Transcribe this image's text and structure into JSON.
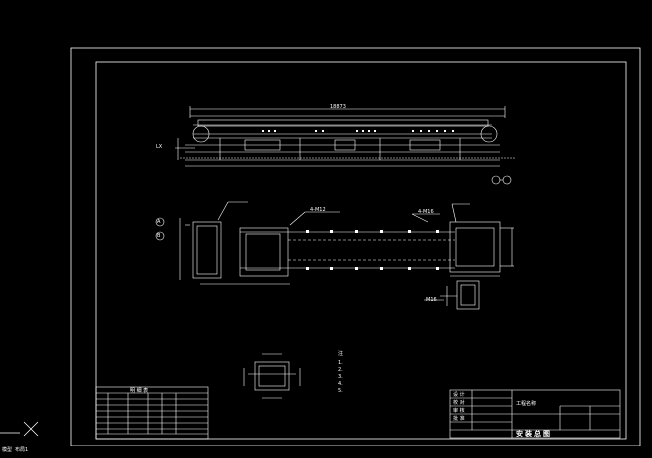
{
  "drawing": {
    "title_block": {
      "drawing_title": "安装总图",
      "rows_left": [
        "设 计",
        "校 对",
        "审 核",
        "批 准"
      ],
      "project_label": "工程名称"
    },
    "parts_list": {
      "header": "明 细 表"
    },
    "views": {
      "elevation": {
        "overall_dim": "18873",
        "left_tag": "LX"
      },
      "plan": {
        "callout_1": "4-M12",
        "callout_2": "4-M16",
        "callout_3": "M16"
      },
      "section_marks": [
        "A",
        "B"
      ]
    },
    "notes": {
      "heading": "注",
      "lines": [
        "1.",
        "2.",
        "3.",
        "4.",
        "5."
      ]
    }
  },
  "ui": {
    "status_left": "模型 布局1",
    "cursor_icon": "crosshair-icon"
  },
  "colors": {
    "background": "#000000",
    "line": "#ffffff"
  }
}
